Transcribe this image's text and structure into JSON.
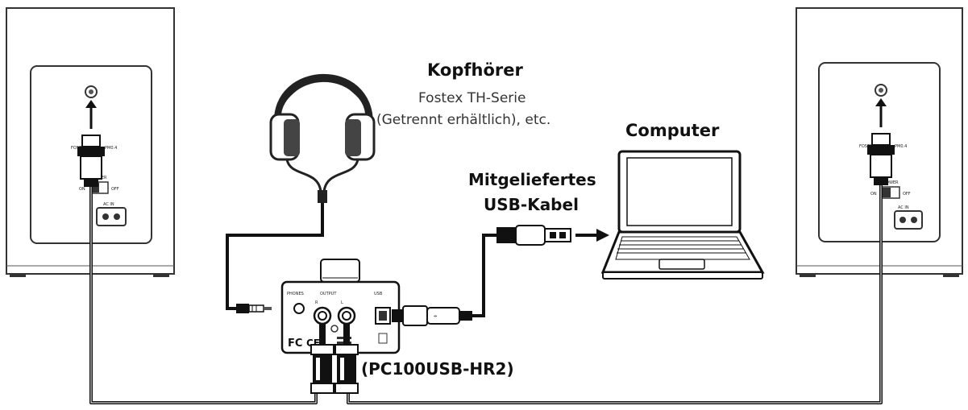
{
  "labels": {
    "headphones_title": "Kopfhörer",
    "headphones_line1": "Fostex TH-Serie",
    "headphones_line2": "(Getrennt erhältlich), etc.",
    "computer": "Computer",
    "usb_line1": "Mitgeliefertes",
    "usb_line2": "USB-Kabel",
    "device_model": "(PC100USB-HR2)"
  },
  "device_panel": {
    "phones_label": "PHONES",
    "output_label": "OUTPUT",
    "usb_label": "USB",
    "r_label": "R",
    "l_label": "L",
    "fcc_mark": "FC",
    "ce_mark": "CE"
  },
  "speaker_panel": {
    "brand": "FOSTEX",
    "power_label": "POWER",
    "on_label": "ON",
    "off_label": "OFF",
    "ac_label": "AC IN"
  }
}
